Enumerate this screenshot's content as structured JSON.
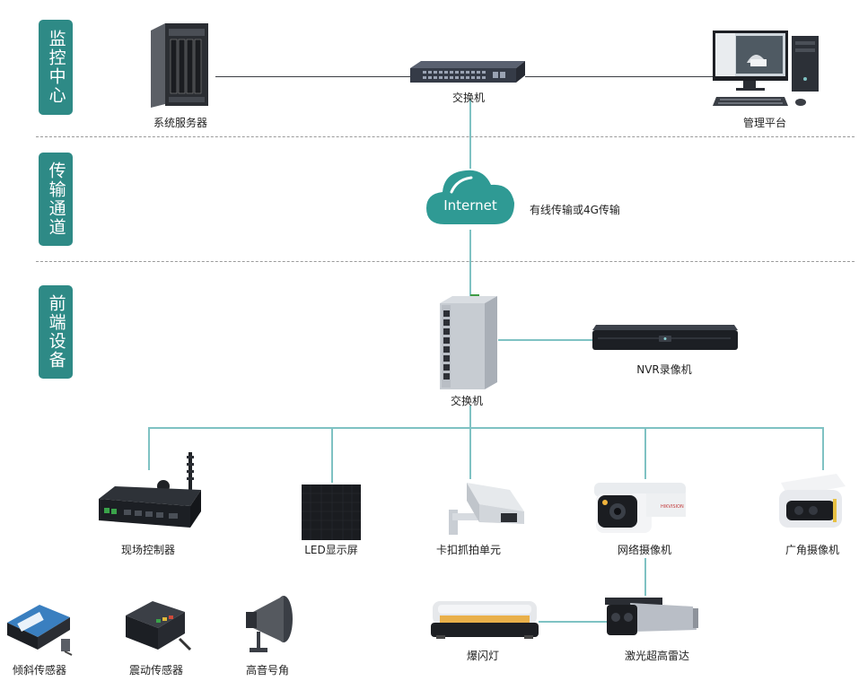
{
  "lanes": {
    "monitor": "监控中心",
    "transport": "传输通道",
    "frontend": "前端设备"
  },
  "top": {
    "server": "系统服务器",
    "switch": "交换机",
    "platform": "管理平台"
  },
  "network": {
    "cloud": "Internet",
    "note": "有线传输或4G传输"
  },
  "front": {
    "switch": "交换机",
    "nvr": "NVR录像机",
    "controller": "现场控制器",
    "led": "LED显示屏",
    "checkpoint": "卡扣抓拍单元",
    "ipcam": "网络摄像机",
    "wide": "广角摄像机",
    "tilt": "倾斜传感器",
    "vibration": "震动传感器",
    "horn": "高音号角",
    "strobe": "爆闪灯",
    "radar": "激光超高雷达"
  },
  "colors": {
    "lane": "#2e8a86",
    "connector": "#7fc2c3",
    "cloud": "#2f9a94"
  }
}
